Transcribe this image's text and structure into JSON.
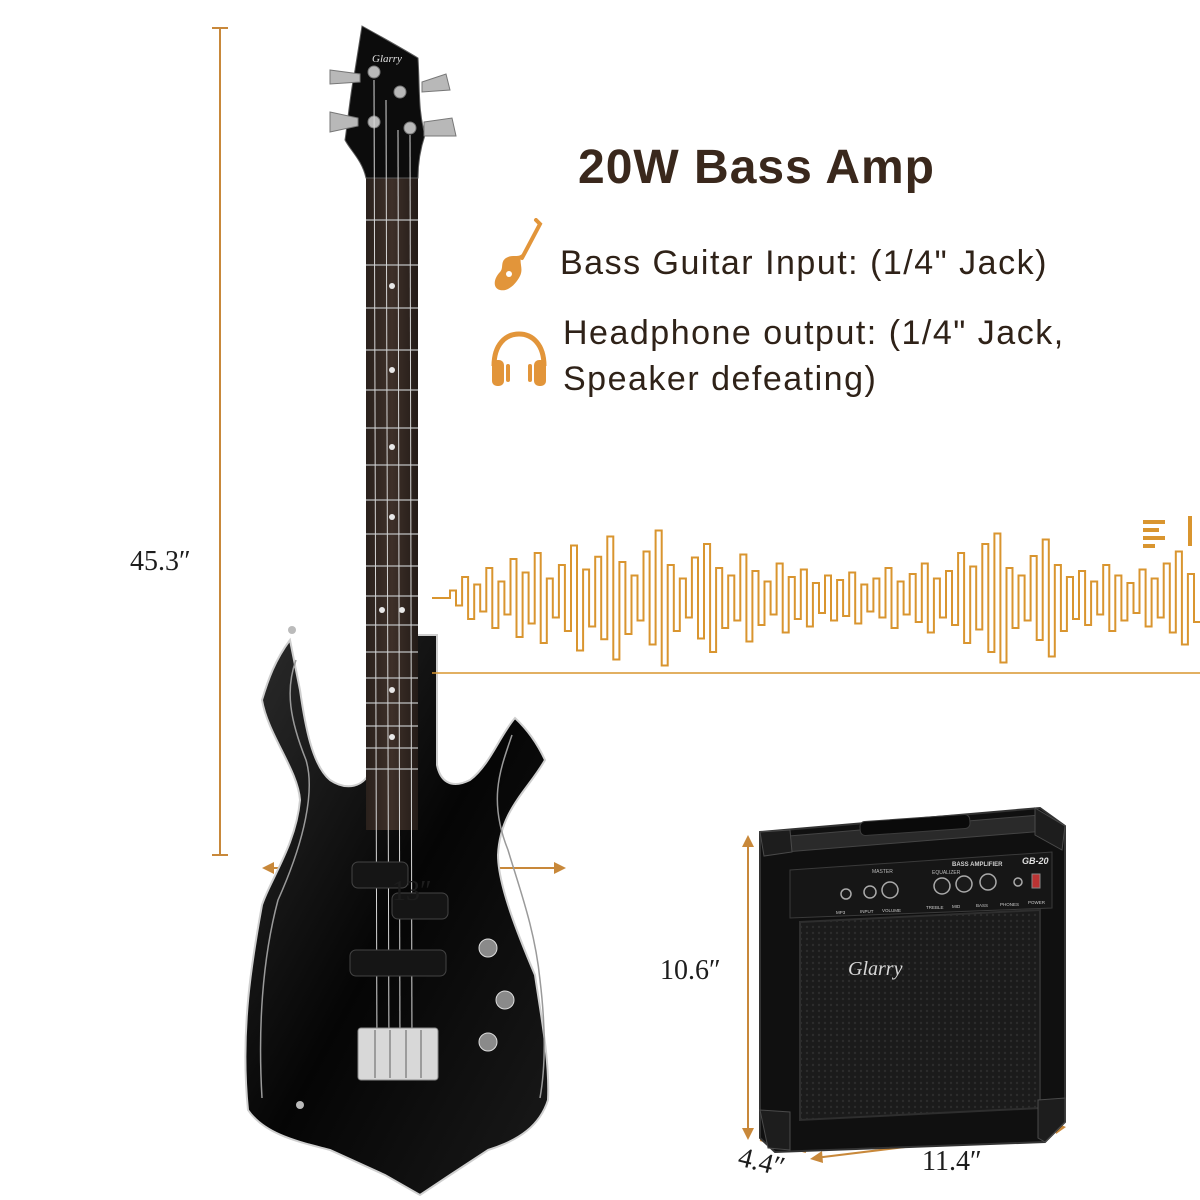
{
  "headline": "20W Bass Amp",
  "features": [
    {
      "icon": "guitar-icon",
      "text": "Bass Guitar Input: (1/4\" Jack)"
    },
    {
      "icon": "headphones-icon",
      "text_line1": "Headphone output: (1/4\" Jack,",
      "text_line2": "Speaker defeating)"
    }
  ],
  "guitar": {
    "brand": "Glarry",
    "height_label": "45.3″",
    "width_label": "13″"
  },
  "amp": {
    "brand": "Glarry",
    "model": "GB-20",
    "panel_title": "BASS AMPLIFIER",
    "panel_subtitle": "EQUALIZER",
    "controls": [
      "MP3",
      "INPUT",
      "VOLUME",
      "TREBLE",
      "MID",
      "BASS",
      "PHONES",
      "POWER"
    ],
    "master_label": "MASTER",
    "height_label": "10.6″",
    "width_label": "11.4″",
    "depth_label": "4.4″"
  },
  "colors": {
    "accent": "#d9952f",
    "dimension_line": "#c8883a",
    "guitar_body": "#0b0b0b",
    "amp_body": "#141414"
  }
}
